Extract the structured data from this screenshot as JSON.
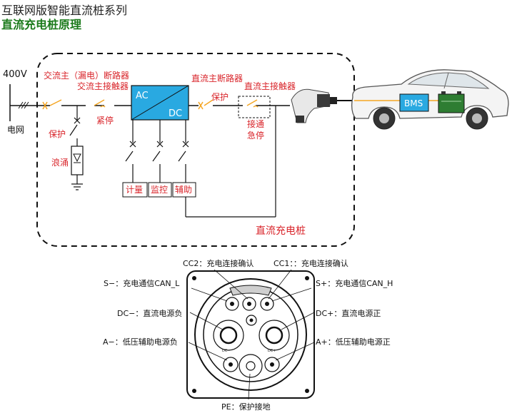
{
  "header": {
    "title": "互联网版智能直流桩系列",
    "subtitle": "直流充电桩原理"
  },
  "schematic": {
    "voltage": "400V",
    "grid": "电网",
    "ac_breaker": "交流主（漏电）断路器",
    "ac_contactor": "交流主接触器",
    "dc_breaker": "直流主断路器",
    "dc_contactor": "直流主接触器",
    "protect_left": "保护",
    "surge": "浪涌",
    "estop": "紧停",
    "protect_right": "保护",
    "connect": "接通",
    "estop2": "急停",
    "converter_ac": "AC",
    "converter_dc": "DC",
    "box_meter": "计量",
    "box_monitor": "监控",
    "box_aux": "辅助",
    "pile_label": "直流充电桩",
    "bms": "BMS"
  },
  "connector": {
    "cc2": "CC2：充电连接确认",
    "cc1": "CC1：：充电连接确认",
    "s_minus": "S−：充电通信CAN_L",
    "s_plus": "S+：充电通信CAN_H",
    "dc_minus": "DC−：直流电源负",
    "dc_plus": "DC+：直流电源正",
    "a_minus": "A−：低压辅助电源负",
    "a_plus": "A+：低压辅助电源正",
    "pe": "PE：保护接地",
    "pin_dc_minus": "DC−",
    "pin_dc_plus": "DC+"
  },
  "colors": {
    "label_red": "#d9252b",
    "subtitle_green": "#1a7a1a",
    "converter_blue": "#29a9e1",
    "battery_green": "#2e7d32",
    "switch_orange": "#f5a623"
  }
}
